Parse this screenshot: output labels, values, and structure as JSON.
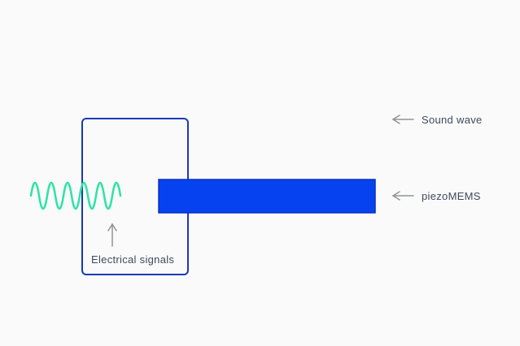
{
  "diagram": {
    "labels": {
      "sound_wave": "Sound wave",
      "piezomems": "piezoMEMS",
      "electrical_signals": "Electrical signals"
    }
  },
  "colors": {
    "background": "#fafafa",
    "box_stroke": "#1a3ab5",
    "beam_fill": "#0642f0",
    "beam_stroke": "#0a2fc2",
    "wave_stroke": "#2de3a6",
    "arrow_stroke": "#8f9398",
    "text": "#3d4a5c"
  }
}
